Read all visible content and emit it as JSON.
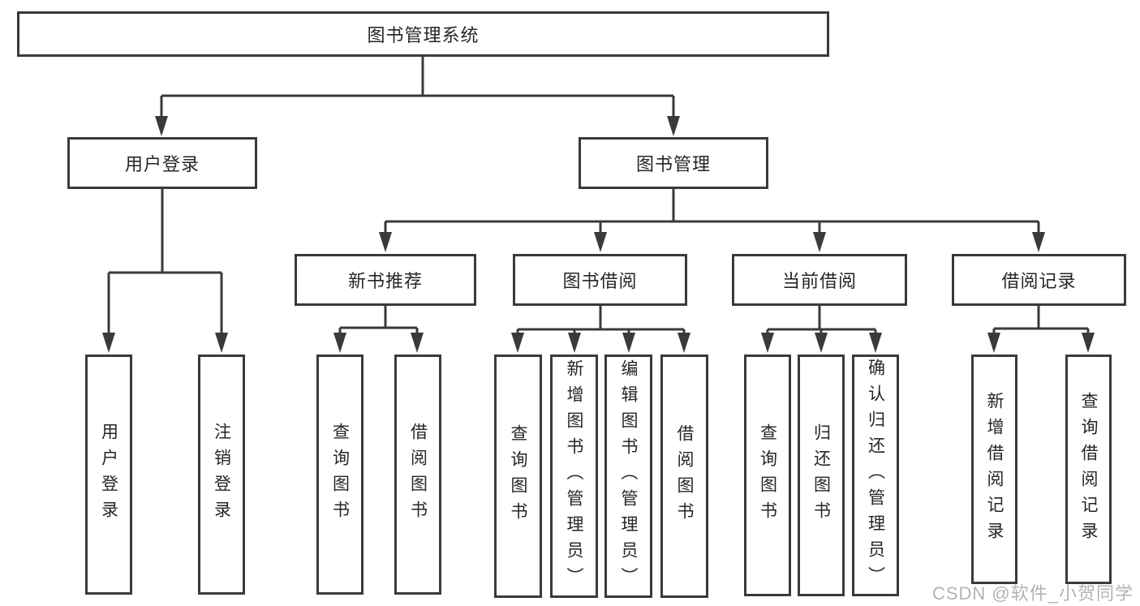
{
  "diagram": {
    "title": "图书管理系统",
    "level2": {
      "user_login": "用户登录",
      "book_mgmt": "图书管理"
    },
    "level3": {
      "new_books": "新书推荐",
      "borrowing": "图书借阅",
      "current": "当前借阅",
      "records": "借阅记录"
    },
    "leaves": {
      "user_login": "用户登录",
      "logout": "注销登录",
      "nb_query": "查询图书",
      "nb_borrow": "借阅图书",
      "bw_query": "查询图书",
      "bw_add": "新增图书（管理员）",
      "bw_edit": "编辑图书（管理员）",
      "bw_borrow": "借阅图书",
      "cur_query": "查询图书",
      "cur_return": "归还图书",
      "cur_confirm": "确认归还（管理员）",
      "rec_add": "新增借阅记录",
      "rec_query": "查询借阅记录"
    }
  },
  "watermark": "CSDN @软件_小贺同学",
  "colors": {
    "line": "#3a3a3a",
    "text": "#262626",
    "watermark": "#b3b3b3",
    "background": "#ffffff"
  }
}
